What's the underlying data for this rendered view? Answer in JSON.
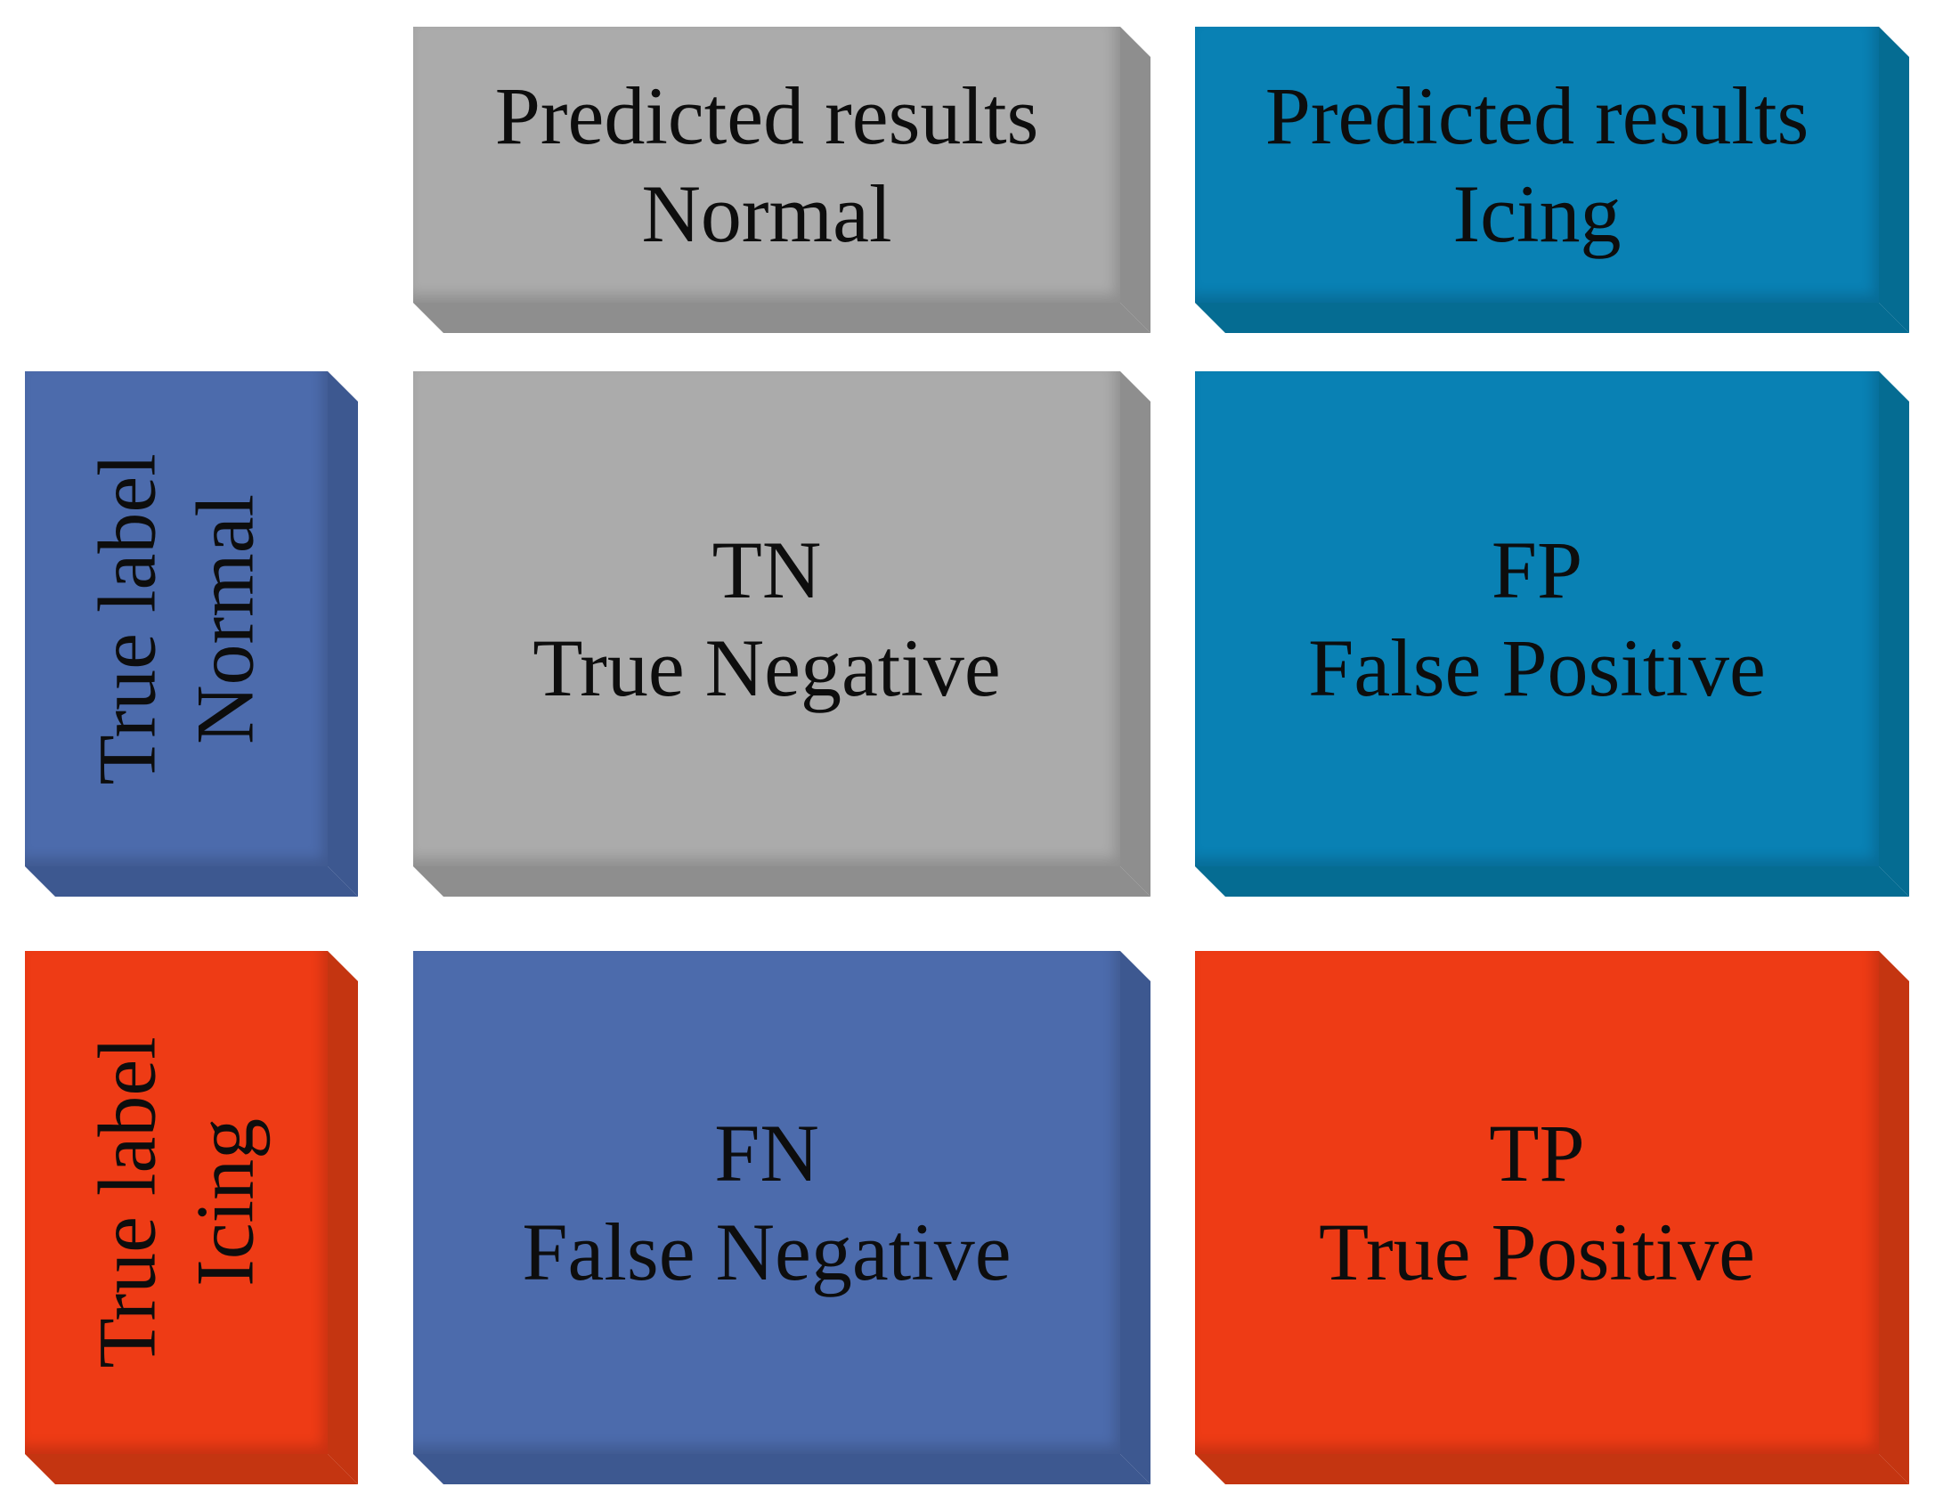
{
  "figure": {
    "type": "confusion-matrix",
    "background": "#FFFFFF",
    "description_positive_class": "Icing",
    "description_negative_class": "Normal"
  },
  "colors": {
    "background": "#FFFFFF",
    "text": "#0D0D0D",
    "gray_face": "#ABABAB",
    "gray_side": "#8E8E8E",
    "teal_face": "#0981B4",
    "teal_side": "#056C92",
    "slate_face": "#4C6BAC",
    "slate_side": "#3D5890",
    "red_face": "#EE3B15",
    "red_side": "#C43511"
  },
  "matrix": {
    "column_headers": [
      {
        "line1": "Predicted results",
        "line2": "Normal",
        "color": "gray"
      },
      {
        "line1": "Predicted results",
        "line2": "Icing",
        "color": "teal"
      }
    ],
    "row_headers": [
      {
        "line1": "True label",
        "line2": "Normal",
        "color": "slate"
      },
      {
        "line1": "True label",
        "line2": "Icing",
        "color": "red"
      }
    ],
    "cells": [
      {
        "abbr": "TN",
        "full": "True Negative",
        "color": "gray",
        "row": "Normal",
        "col": "Normal"
      },
      {
        "abbr": "FP",
        "full": "False Positive",
        "color": "teal",
        "row": "Normal",
        "col": "Icing"
      },
      {
        "abbr": "FN",
        "full": "False Negative",
        "color": "slate",
        "row": "Icing",
        "col": "Normal"
      },
      {
        "abbr": "TP",
        "full": "True Positive",
        "color": "red",
        "row": "Icing",
        "col": "Icing"
      }
    ]
  }
}
